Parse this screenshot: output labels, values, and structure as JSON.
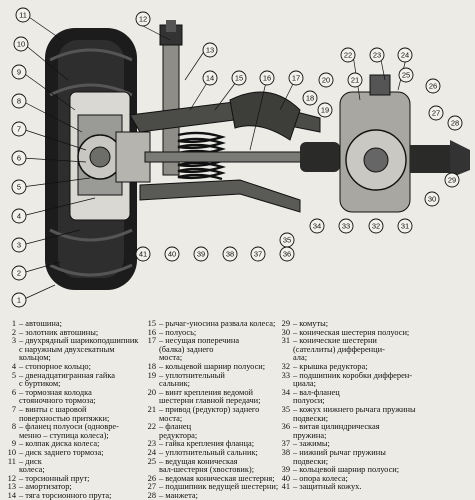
{
  "callouts": [
    "1",
    "2",
    "3",
    "4",
    "5",
    "6",
    "7",
    "8",
    "9",
    "10",
    "11",
    "12",
    "13",
    "14",
    "15",
    "16",
    "17",
    "18",
    "19",
    "20",
    "21",
    "22",
    "23",
    "24",
    "25",
    "26",
    "27",
    "28",
    "29",
    "30",
    "31",
    "32",
    "33",
    "34",
    "35",
    "36",
    "37",
    "38",
    "39",
    "40",
    "41"
  ],
  "legend": {
    "col1": [
      {
        "num": "1",
        "text": "– автошина;"
      },
      {
        "num": "2",
        "text": "– золотник автошины;"
      },
      {
        "num": "3",
        "text": "– двухрядный шарикоподшипник"
      },
      {
        "num": "",
        "text": "с наружным двухсекатным"
      },
      {
        "num": "",
        "text": "кольцом;"
      },
      {
        "num": "4",
        "text": "– стопорное кольцо;"
      },
      {
        "num": "5",
        "text": "– двенадцатигранная гайка"
      },
      {
        "num": "",
        "text": "с буртиком;"
      },
      {
        "num": "6",
        "text": "– тормозная колодка"
      },
      {
        "num": "",
        "text": "стояночного тормоза;"
      },
      {
        "num": "7",
        "text": "– винты с шаровой"
      },
      {
        "num": "",
        "text": "поверхностью притяжки;"
      },
      {
        "num": "8",
        "text": "– фланец полуоси (одновре-"
      },
      {
        "num": "",
        "text": "менно – ступица колеса);"
      },
      {
        "num": "9",
        "text": "– колпак диска колеса;"
      },
      {
        "num": "10",
        "text": "– диск заднего тормоза;"
      },
      {
        "num": "11",
        "text": "– диск"
      },
      {
        "num": "",
        "text": "колеса;"
      },
      {
        "num": "12",
        "text": "– торсионный прут;"
      },
      {
        "num": "13",
        "text": "– амортизатор;"
      },
      {
        "num": "14",
        "text": "– тяга торсионного прута;"
      }
    ],
    "col2": [
      {
        "num": "15",
        "text": "– рычаг-уносина развала колеса;"
      },
      {
        "num": "16",
        "text": "– полуось;"
      },
      {
        "num": "17",
        "text": "– несущая поперечина"
      },
      {
        "num": "",
        "text": "(балка) заднего"
      },
      {
        "num": "",
        "text": "моста;"
      },
      {
        "num": "18",
        "text": "– кольцевой шарнир полуоси;"
      },
      {
        "num": "19",
        "text": "– уплотнительный"
      },
      {
        "num": "",
        "text": "сальник;"
      },
      {
        "num": "20",
        "text": "– винт крепления ведомой"
      },
      {
        "num": "",
        "text": "шестерни главной передачи;"
      },
      {
        "num": "21",
        "text": "– привод (редуктор) заднего"
      },
      {
        "num": "",
        "text": "моста;"
      },
      {
        "num": "22",
        "text": "– фланец"
      },
      {
        "num": "",
        "text": "редуктора;"
      },
      {
        "num": "23",
        "text": "– гайка крепления фланца;"
      },
      {
        "num": "24",
        "text": "– уплотнительный сальник;"
      },
      {
        "num": "25",
        "text": "– ведущая коническая"
      },
      {
        "num": "",
        "text": "вал-шестерня (хвостовик);"
      },
      {
        "num": "26",
        "text": "– ведомая коническая шестерня;"
      },
      {
        "num": "27",
        "text": "– подшипник ведущей шестерни;"
      },
      {
        "num": "28",
        "text": "– манжета;"
      }
    ],
    "col3": [
      {
        "num": "29",
        "text": "– комуты;"
      },
      {
        "num": "30",
        "text": "– коническая шестерня полуоси;"
      },
      {
        "num": "31",
        "text": "– конические шестерни"
      },
      {
        "num": "",
        "text": "(сателлиты) дифференци-"
      },
      {
        "num": "",
        "text": "ала;"
      },
      {
        "num": "32",
        "text": "– крышка редуктора;"
      },
      {
        "num": "33",
        "text": "– подшипник коробки дифферен-"
      },
      {
        "num": "",
        "text": "циала;"
      },
      {
        "num": "34",
        "text": "– вал-фланец"
      },
      {
        "num": "",
        "text": "полуоси;"
      },
      {
        "num": "35",
        "text": "– кожух нижнего рычага пружины"
      },
      {
        "num": "",
        "text": "подвески;"
      },
      {
        "num": "36",
        "text": "– витая цилиндрическая"
      },
      {
        "num": "",
        "text": "пружина;"
      },
      {
        "num": "37",
        "text": "– зажимы;"
      },
      {
        "num": "38",
        "text": "– нижний рычаг пружины"
      },
      {
        "num": "",
        "text": "подвески;"
      },
      {
        "num": "39",
        "text": "– кольцевой шарнир полуоси;"
      },
      {
        "num": "40",
        "text": "– опора колеса;"
      },
      {
        "num": "41",
        "text": "– защитный кожух."
      }
    ]
  }
}
